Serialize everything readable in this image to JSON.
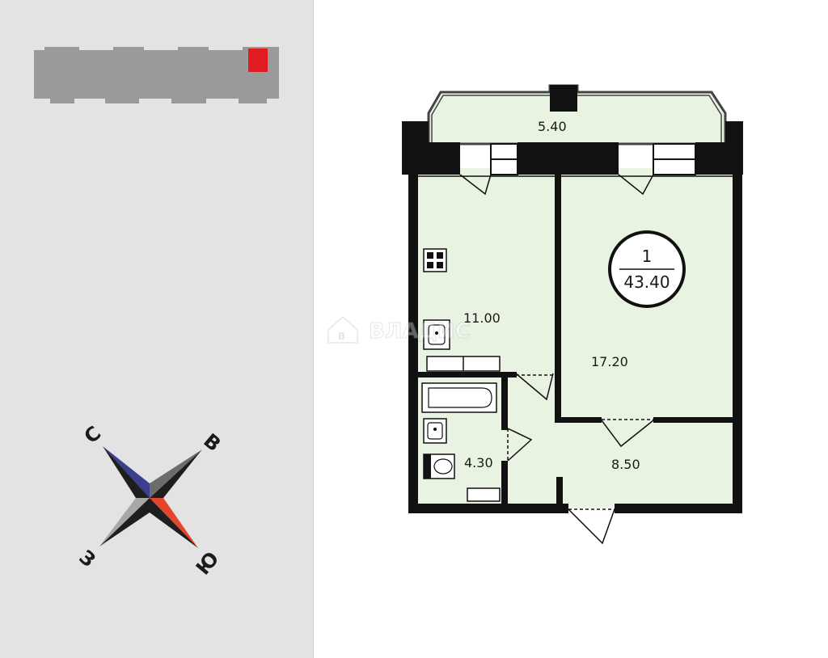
{
  "plan": {
    "balcony_area": "5.40",
    "kitchen_area": "11.00",
    "room_area": "17.20",
    "hall_area": "8.50",
    "bathroom_area": "4.30",
    "badge": {
      "rooms": "1",
      "total_area": "43.40"
    },
    "watermark": "ВЛАДИС"
  },
  "compass": {
    "north": "С",
    "east": "В",
    "south": "Ю",
    "west": "З"
  },
  "colors": {
    "room_fill": "#e8f3e2",
    "wall": "#111111",
    "compass_north": "#3a3f8f",
    "compass_south": "#e5452c",
    "building_marker": "#e11b22",
    "panel_bg": "#e3e3e3"
  },
  "icons": [
    "stove-icon",
    "sink-icon",
    "bathtub-icon",
    "toilet-icon",
    "washbasin-icon",
    "watermark-logo-icon"
  ]
}
